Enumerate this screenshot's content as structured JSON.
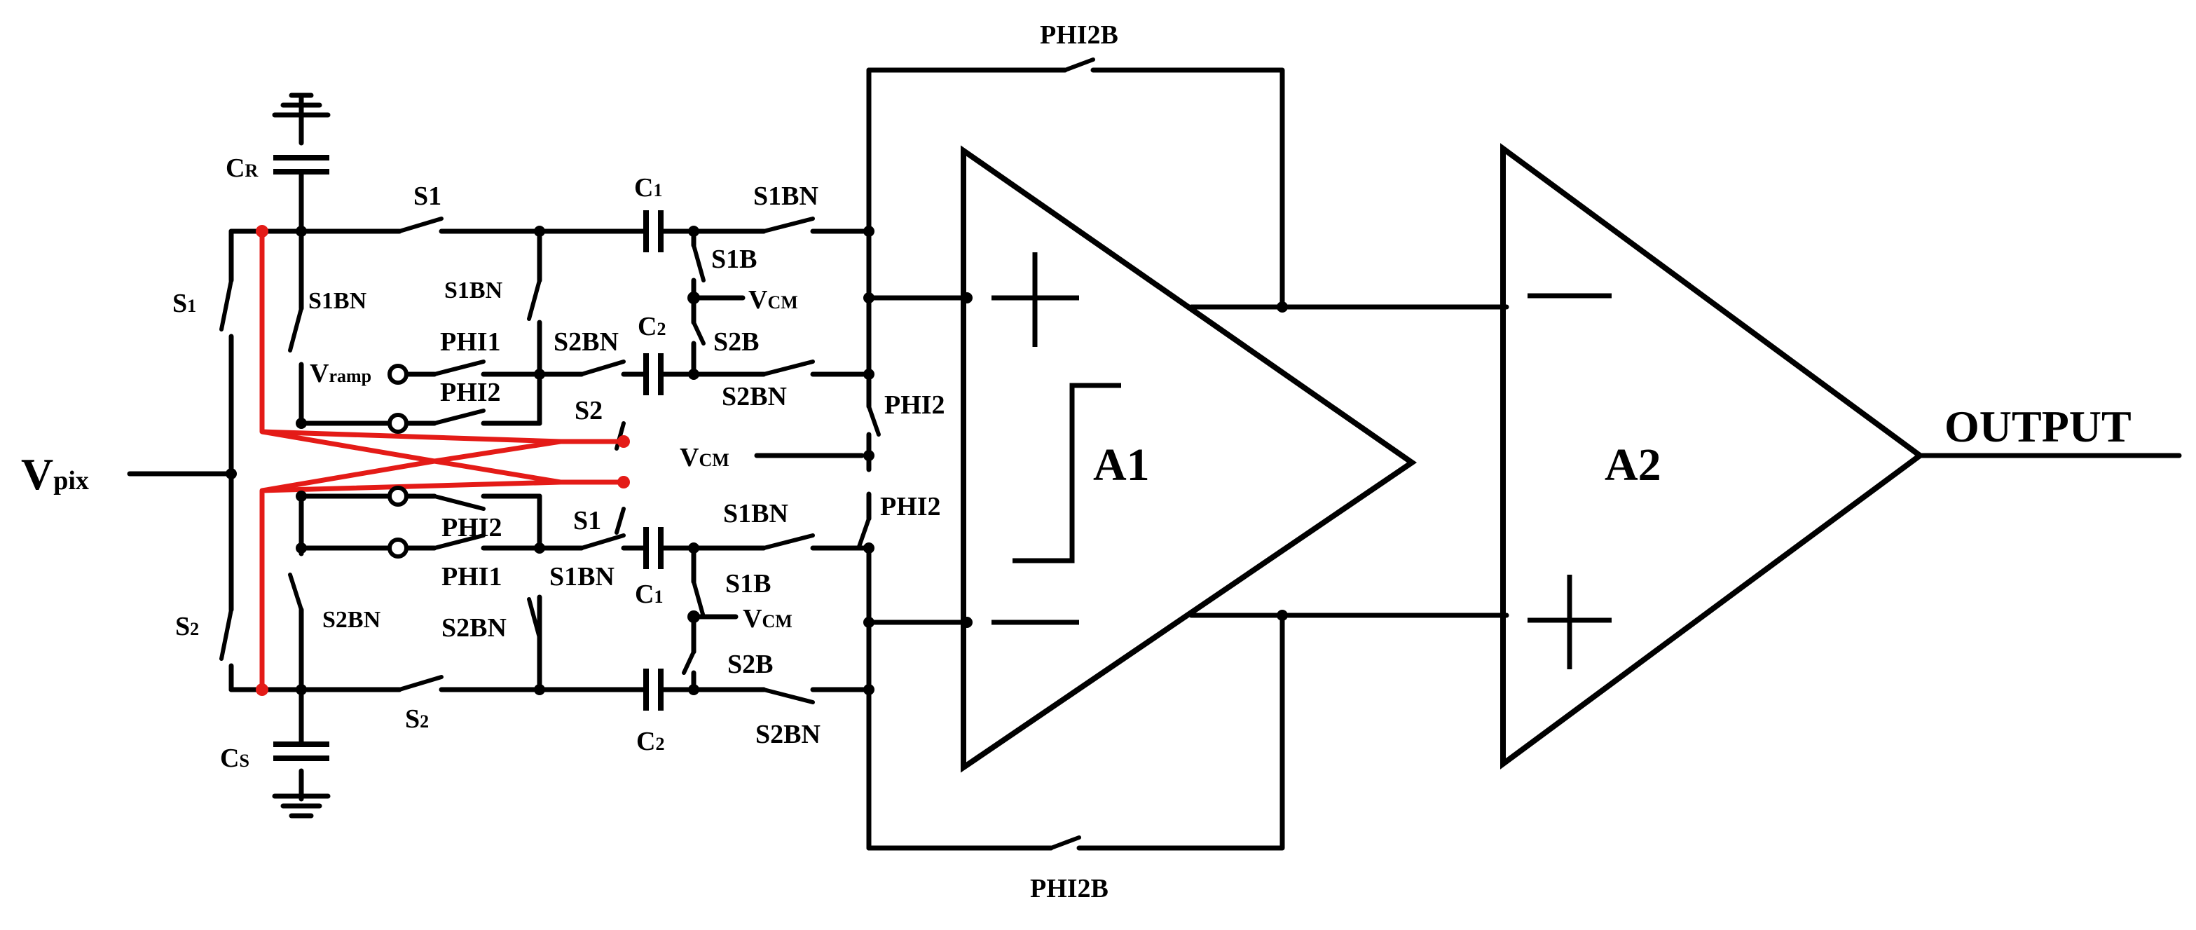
{
  "input": {
    "label": "V",
    "sub": "pix"
  },
  "output": {
    "label": "OUTPUT"
  },
  "amplifiers": {
    "a1": "A1",
    "a2": "A2"
  },
  "capacitors": {
    "cr": {
      "label": "C",
      "sub": "R"
    },
    "cs": {
      "label": "C",
      "sub": "S"
    },
    "c1_top": {
      "label": "C",
      "sub": "1"
    },
    "c2_top": {
      "label": "C",
      "sub": "2"
    },
    "c1_bot": {
      "label": "C",
      "sub": "1"
    },
    "c2_bot": {
      "label": "C",
      "sub": "2"
    }
  },
  "switches": {
    "phi2b_top": "PHI2B",
    "phi2b_bot": "PHI2B",
    "s1_left": {
      "label": "S",
      "sub": "1"
    },
    "s2_left": {
      "label": "S",
      "sub": "2"
    },
    "s1_top": "S1",
    "s2_bot": {
      "label": "S",
      "sub": "2"
    },
    "s1bn_left": "S1BN",
    "s2bn_left": "S2BN",
    "s1bn_mid": "S1BN",
    "s2bn_mid": "S2BN",
    "phi1_top": "PHI1",
    "phi2_top": "PHI2",
    "phi2_lower": "PHI2",
    "phi1_lower": "PHI1",
    "s2bn_upper": "S2BN",
    "s2_mid": "S2",
    "s1_mid": "S1",
    "s1bn_lower": "S1BN",
    "s1bn_right_top": "S1BN",
    "s1b_top": "S1B",
    "s2b_top": "S2B",
    "s2bn_right_top": "S2BN",
    "s1bn_right_bot": "S1BN",
    "s1b_bot": "S1B",
    "s2b_bot": "S2B",
    "s2bn_right_bot": "S2BN",
    "phi2_right_top": "PHI2",
    "phi2_right_bot": "PHI2"
  },
  "sources": {
    "vramp": {
      "label": "V",
      "sub": "ramp"
    },
    "vcm_top": {
      "label": "V",
      "sub": "CM"
    },
    "vcm_mid": {
      "label": "V",
      "sub": "CM"
    },
    "vcm_bot": {
      "label": "V",
      "sub": "CM"
    }
  },
  "colors": {
    "wire": "#000000",
    "highlight": "#e41b17"
  }
}
